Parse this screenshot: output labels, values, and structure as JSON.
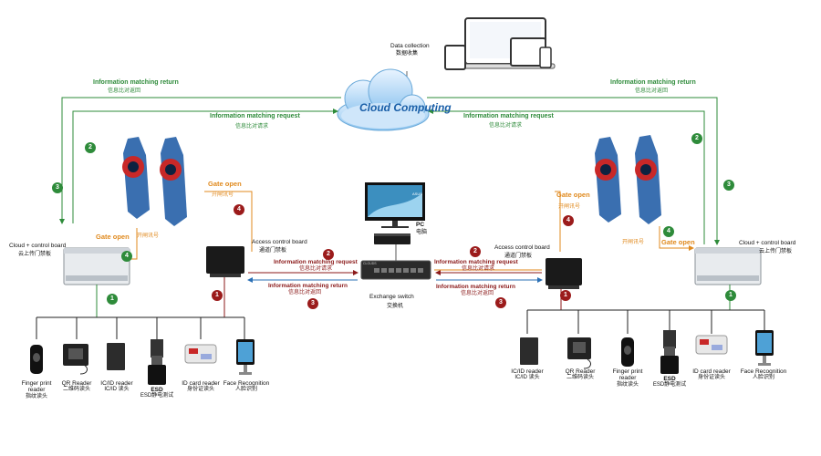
{
  "labels": {
    "data_collection": "Data collection",
    "data_collection_cn": "数据收集",
    "cloud_text": "Cloud Computing",
    "info_return_l": "Information matching return",
    "info_return_l_cn": "信息比对返回",
    "info_return_r": "Information matching return",
    "info_return_r_cn": "信息比对返回",
    "info_request_l": "Information matching request",
    "info_request_l_cn": "信息比对请求",
    "info_request_r": "Information matching request",
    "info_request_r_cn": "信息比对请求",
    "gate_open_lt": "Gate open",
    "gate_open_lt_cn": "开闸讯号",
    "gate_open_lb": "Gate open",
    "gate_open_lb_cn": "开闸讯号",
    "gate_open_rt": "Gate open",
    "gate_open_rt_cn": "开闸讯号",
    "gate_open_rb": "Gate open",
    "gate_open_rb_cn": "开闸讯号",
    "cloud_board_l": "Cloud + control board",
    "cloud_board_l_cn": "云上传门禁板",
    "cloud_board_r": "Cloud + control board",
    "cloud_board_r_cn": "云上传门禁板",
    "acb_l": "Access control board",
    "acb_l_cn": "通道门禁板",
    "acb_r": "Access control board",
    "acb_r_cn": "通道门禁板",
    "pc": "PC",
    "pc_cn": "电脑",
    "switch": "Exchange switch",
    "switch_cn": "交换机",
    "mid_req_l": "Information matching request",
    "mid_req_l_cn": "信息比对请求",
    "mid_ret_l": "Information matching return",
    "mid_ret_l_cn": "信息比对返回",
    "mid_req_r": "Information matching request",
    "mid_req_r_cn": "信息比对请求",
    "mid_ret_r": "Information matching return",
    "mid_ret_r_cn": "信息比对返回",
    "sw_brand": "CLOUDS",
    "monitor_brand": "ASUS"
  },
  "steps": {
    "g1": "1",
    "g2": "2",
    "g3": "3",
    "g4": "4",
    "r1": "1",
    "r2": "2",
    "r3": "3",
    "r4": "4"
  },
  "devices_left": [
    {
      "name": "Finger print reader",
      "cn": "指纹读头"
    },
    {
      "name": "QR Reader",
      "cn": "二维码读头"
    },
    {
      "name": "IC/ID reader",
      "cn": "IC/ID 读头"
    },
    {
      "name": "ESD",
      "cn": "ESD静电测试"
    },
    {
      "name": "ID card reader",
      "cn": "身份证读头"
    },
    {
      "name": "Face Recognition",
      "cn": "人脸识别"
    }
  ],
  "devices_right": [
    {
      "name": "IC/ID reader",
      "cn": "IC/ID 读头"
    },
    {
      "name": "QR Reader",
      "cn": "二维码读头"
    },
    {
      "name": "Finger print reader",
      "cn": "指纹读头"
    },
    {
      "name": "ESD",
      "cn": "ESD静电测试"
    },
    {
      "name": "ID card reader",
      "cn": "身份证读头"
    },
    {
      "name": "Face Recognition",
      "cn": "人脸识别"
    }
  ],
  "colors": {
    "green": "#2e8b3a",
    "gold": "#e08a1e",
    "dark_red": "#8b1a1a",
    "blue_line": "#2a6fb5",
    "turnstile_red": "#c82828",
    "turnstile_blue": "#3a6fb0"
  }
}
